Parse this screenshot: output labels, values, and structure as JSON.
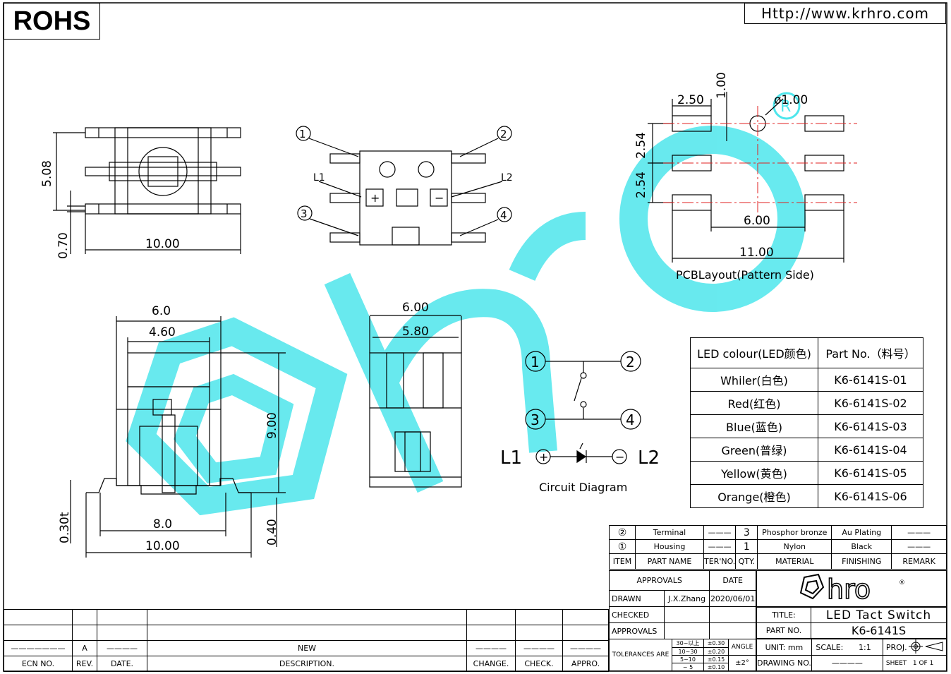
{
  "header": {
    "badge": "ROHS",
    "url": "Http://www.krhro.com"
  },
  "top_view": {
    "dim_height": "5.08",
    "dim_pin": "0.70",
    "dim_width": "10.00"
  },
  "terminal_view": {
    "pins": [
      "1",
      "2",
      "3",
      "4"
    ],
    "l1": "L1",
    "l2": "L2",
    "plus": "+",
    "minus": "−"
  },
  "pcb": {
    "d_250": "2.50",
    "d_100": "1.00",
    "d_hole": "ø1.00",
    "d_254a": "2.54",
    "d_254b": "2.54",
    "d_600": "6.00",
    "d_1100": "11.00",
    "label": "PCBLayout(Pattern Side)"
  },
  "front_view": {
    "d_60": "6.0",
    "d_460": "4.60",
    "d_900": "9.00",
    "d_80": "8.0",
    "d_1000": "10.00",
    "d_030": "0.30t",
    "d_040": "0.40"
  },
  "side_view": {
    "d_600": "6.00",
    "d_580": "5.80"
  },
  "circuit": {
    "p1": "1",
    "p2": "2",
    "p3": "3",
    "p4": "4",
    "l1": "L1",
    "l2": "L2",
    "plus": "+",
    "minus": "−",
    "label": "Circuit Diagram"
  },
  "led_table": {
    "header": [
      "LED colour(LED颜色)",
      "Part No.（料号）"
    ],
    "rows": [
      [
        "Whiler(白色)",
        "K6-6141S-01"
      ],
      [
        "Red(红色)",
        "K6-6141S-02"
      ],
      [
        "Blue(蓝色)",
        "K6-6141S-03"
      ],
      [
        "Green(普绿)",
        "K6-6141S-04"
      ],
      [
        "Yellow(黄色)",
        "K6-6141S-05"
      ],
      [
        "Orange(橙色)",
        "K6-6141S-06"
      ]
    ]
  },
  "bom": {
    "rows": [
      {
        "item": "②",
        "name": "Terminal",
        "ter": "———",
        "qty": "3",
        "material": "Phosphor bronze",
        "finish": "Au Plating",
        "remark": "———"
      },
      {
        "item": "①",
        "name": "Housing",
        "ter": "———",
        "qty": "1",
        "material": "Nylon",
        "finish": "Black",
        "remark": "———"
      }
    ],
    "header": {
      "item": "ITEM",
      "name": "PART NAME",
      "ter": "TER'NO.",
      "qty": "QTY.",
      "material": "MATERIAL",
      "finish": "FINISHING",
      "remark": "REMARK"
    }
  },
  "title_block": {
    "approvals": "APPROVALS",
    "date": "DATE",
    "drawn": "DRAWN",
    "drawn_by": "J.X.Zhang",
    "drawn_date": "2020/06/01",
    "checked": "CHECKED",
    "approvals2": "APPROVALS",
    "title_label": "TITLE:",
    "title": "LED Tact Switch",
    "part_label": "PART NO.",
    "part_no": "K6-6141S",
    "tol_label": "TOLERANCES ARE",
    "tol_ranges": [
      "30~以上",
      "10~30",
      "5~10",
      "~ 5"
    ],
    "tol_values": [
      "±0.30",
      "±0.20",
      "±0.15",
      "±0.10"
    ],
    "angle_label": "ANGLE",
    "angle_val": "±2°",
    "unit": "UNIT: mm",
    "scale_label": "SCALE:",
    "scale": "1:1",
    "proj": "PROJ.",
    "drawing_no": "DRAWING NO.",
    "drawing_no_val": "————",
    "sheet_label": "SHEET",
    "sheet": "1 OF 1",
    "logo": "hro"
  },
  "revision": {
    "rev": "A",
    "desc": "NEW",
    "headers": {
      "ecn": "ECN NO.",
      "rev": "REV.",
      "date": "DATE.",
      "desc": "DESCRIPTION.",
      "change": "CHANGE.",
      "check": "CHECK.",
      "appro": "APPRO."
    }
  },
  "colors": {
    "watermark": "#4ee6ec",
    "line": "#000000",
    "center": "#e02020"
  }
}
